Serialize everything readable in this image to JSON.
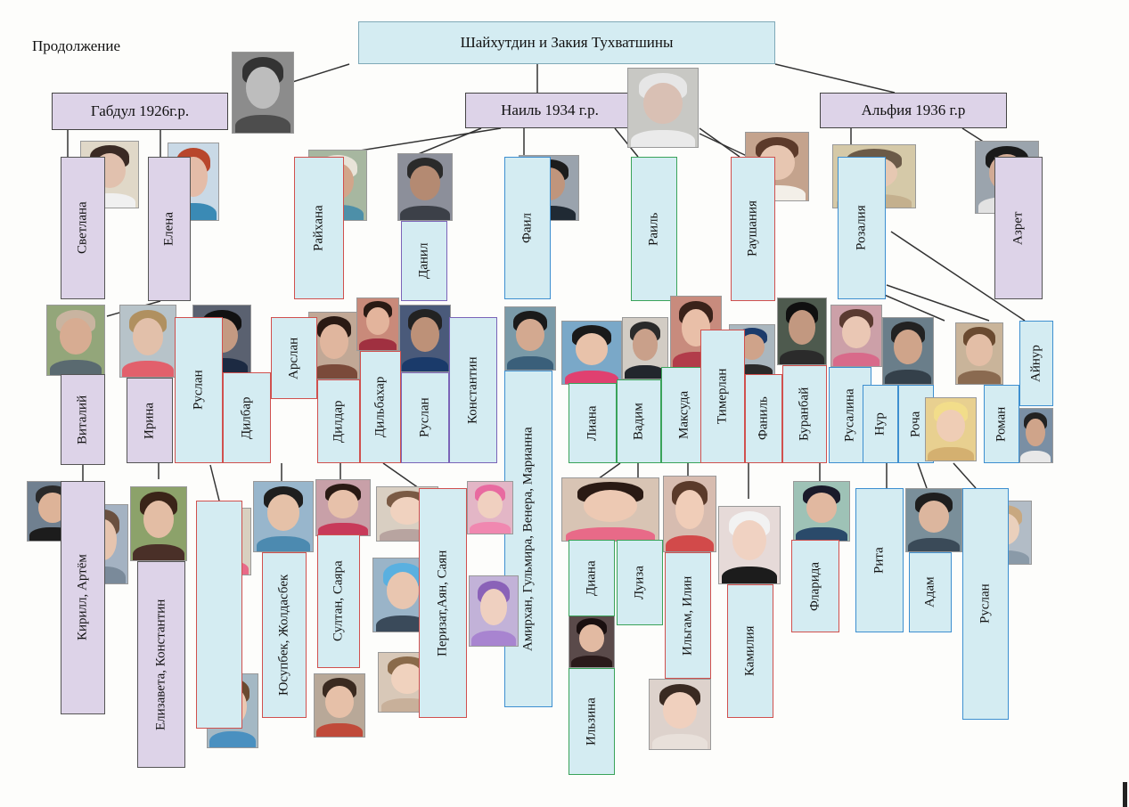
{
  "page": {
    "continuation": "Продолжение",
    "root_title": "Шайхутдин и Закия Тухватшины"
  },
  "children": [
    {
      "key": "gabdul",
      "label": "Габдул 1926г.р."
    },
    {
      "key": "nail",
      "label": "Наиль 1934 г.р."
    },
    {
      "key": "alfia",
      "label": "Альфия 1936 г.р"
    }
  ],
  "grandchildren": {
    "svetlana": "Светлана",
    "elena": "Елена",
    "raykhana": "Райхана",
    "danil": "Данил",
    "fail": "Фаил",
    "rail": "Раиль",
    "raushania": "Раушания",
    "rozalia": "Розалия",
    "azret": "Азрет"
  },
  "great_grandchildren": {
    "vitaliy": "Виталий",
    "irina": "Ирина",
    "ruslan1": "Руслан",
    "dilbar": "Дилбар",
    "arslan": "Арслан",
    "dildar": "Дилдар",
    "dilbakhar": "Дильбахар",
    "ruslan2": "Руслан",
    "konstantin": "Константин",
    "amirkhan": "Амирхан, Гульмира, Венера, Марианна",
    "liana": "Лиана",
    "vadim": "Вадим",
    "maksuda": "Максуда",
    "timerlan": "Тимерлан",
    "fanil": "Фаниль",
    "buranbay": "Буранбай",
    "ruslana": "Русалина",
    "nur": "Нур",
    "rocha": "Роча",
    "roman": "Роман",
    "aynur": "Айнур"
  },
  "gen5": {
    "kirill": "Кирилл, Артём",
    "elizaveta": "Елизавета, Константин",
    "yusupbek": "Юсупбек, Жолдасбек",
    "sultan": "Султан, Саяра",
    "perizat": "Перизат,Аян, Саян",
    "diana": "Диана",
    "ilzina": "Ильзина",
    "luiza": "Луиза",
    "ilgam": "Ильгам, Илин",
    "kamilia": "Камилия",
    "flarida": "Фларида",
    "rita": "Рита",
    "adam": "Адам",
    "ruslan3": "Руслан"
  }
}
